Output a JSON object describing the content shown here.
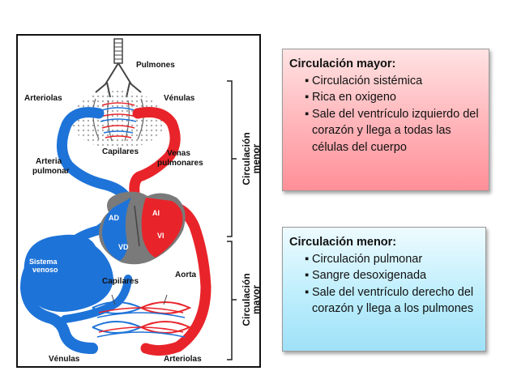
{
  "diagram": {
    "labels": {
      "pulmones": "Pulmones",
      "arteriolas_top": "Arteriolas",
      "venulas_top": "Vénulas",
      "capilares_top": "Capilares",
      "arteria_pulmonar": [
        "Arteria",
        "pulmonar"
      ],
      "venas_pulmonares": [
        "Venas",
        "pulmonares"
      ],
      "ad": "AD",
      "ai": "AI",
      "vd": "VD",
      "vi": "VI",
      "sistema_venoso": [
        "Sistema",
        "venoso"
      ],
      "capilares_bottom": "Capilares",
      "aorta": "Aorta",
      "venulas_bottom": "Vénulas",
      "arteriolas_bottom": "Arteriolas",
      "circulacion_menor": [
        "Circulación",
        "menor"
      ],
      "circulacion_mayor": [
        "Circulación",
        "mayor"
      ]
    },
    "colors": {
      "arterial": "#e8242a",
      "venous": "#1e73d8",
      "heart": "#7a7a7a"
    }
  },
  "box_mayor": {
    "title": "Circulación mayor:",
    "bullet": "▪",
    "items": [
      "Circulación sistémica",
      "Rica en oxigeno",
      "Sale del ventrículo izquierdo del corazón y llega a todas las células del cuerpo"
    ],
    "color": "#ff9aa3"
  },
  "box_menor": {
    "title": "Circulación menor:",
    "bullet": "▪",
    "items": [
      "Circulación pulmonar",
      "Sangre desoxigenada",
      "Sale del ventrículo derecho del corazón y llega a los pulmones"
    ],
    "color": "#a6e4f8"
  }
}
